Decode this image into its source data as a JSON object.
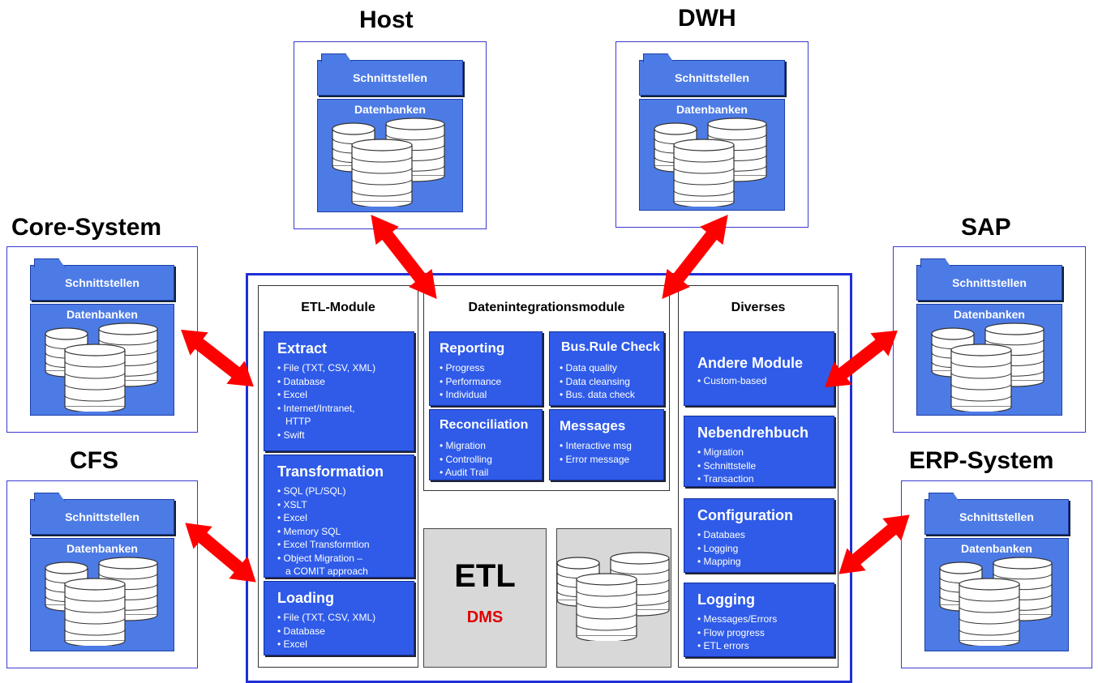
{
  "systems": {
    "host": {
      "title": "Host",
      "schnittstellen": "Schnittstellen",
      "datenbanken": "Datenbanken"
    },
    "dwh": {
      "title": "DWH",
      "schnittstellen": "Schnittstellen",
      "datenbanken": "Datenbanken"
    },
    "core": {
      "title": "Core-System",
      "schnittstellen": "Schnittstellen",
      "datenbanken": "Datenbanken"
    },
    "cfs": {
      "title": "CFS",
      "schnittstellen": "Schnittstellen",
      "datenbanken": "Datenbanken"
    },
    "sap": {
      "title": "SAP",
      "schnittstellen": "Schnittstellen",
      "datenbanken": "Datenbanken"
    },
    "erp": {
      "title": "ERP-System",
      "schnittstellen": "Schnittstellen",
      "datenbanken": "Datenbanken"
    }
  },
  "columns": {
    "etl": "ETL-Module",
    "di": "Datenintegrationsmodule",
    "div": "Diverses"
  },
  "modules": {
    "extract": {
      "title": "Extract",
      "items": [
        "• File (TXT, CSV, XML)",
        "• Database",
        "• Excel",
        "• Internet/Intranet,",
        "   HTTP",
        "• Swift"
      ]
    },
    "transformation": {
      "title": "Transformation",
      "items": [
        "• SQL (PL/SQL)",
        "• XSLT",
        "• Excel",
        "• Memory SQL",
        "• Excel Transformtion",
        "• Object Migration –",
        "   a COMIT approach"
      ]
    },
    "loading": {
      "title": "Loading",
      "items": [
        "• File (TXT, CSV, XML)",
        "• Database",
        "• Excel"
      ]
    },
    "reporting": {
      "title": "Reporting",
      "items": [
        "• Progress",
        "• Performance",
        "• Individual"
      ]
    },
    "busrule": {
      "title": "Bus.Rule Check",
      "items": [
        "• Data quality",
        "• Data cleansing",
        "• Bus. data check"
      ]
    },
    "reconciliation": {
      "title": "Reconciliation",
      "items": [
        "• Migration",
        "• Controlling",
        "• Audit Trail"
      ]
    },
    "messages": {
      "title": "Messages",
      "items": [
        "• Interactive msg",
        "• Error message"
      ]
    },
    "andere": {
      "title": "Andere Module",
      "items": [
        "• Custom-based"
      ]
    },
    "nebendrehbuch": {
      "title": "Nebendrehbuch",
      "items": [
        "• Migration",
        "• Schnittstelle",
        "• Transaction"
      ]
    },
    "configuration": {
      "title": "Configuration",
      "items": [
        "• Databaes",
        "• Logging",
        "• Mapping"
      ]
    },
    "logging": {
      "title": "Logging",
      "items": [
        "• Messages/Errors",
        "• Flow progress",
        "• ETL errors"
      ]
    }
  },
  "core_box": {
    "etl": "ETL",
    "dms": "DMS"
  },
  "colors": {
    "module_blue": "#2f5be8",
    "arrow_red": "#ff0000",
    "frame_blue": "#1f2fd6",
    "dms_red": "#e00000"
  }
}
